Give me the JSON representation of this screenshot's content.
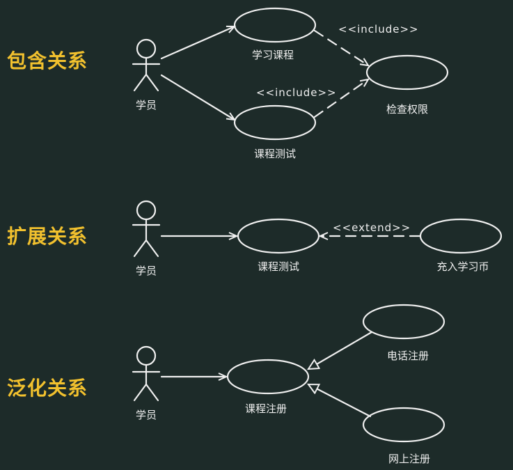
{
  "sections": {
    "include": {
      "title": "包含关系",
      "actor": "学员",
      "use_cases": [
        "学习课程",
        "课程测试",
        "检查权限"
      ],
      "stereotypes": [
        "<<include>>",
        "<<include>>"
      ]
    },
    "extend": {
      "title": "扩展关系",
      "actor": "学员",
      "use_cases": [
        "课程测试",
        "充入学习币"
      ],
      "stereotype": "<<extend>>"
    },
    "generalization": {
      "title": "泛化关系",
      "actor": "学员",
      "use_cases": [
        "课程注册",
        "电话注册",
        "网上注册"
      ]
    }
  },
  "colors": {
    "background": "#1d2b29",
    "title": "#f2c12e",
    "lines": "#f0f0f0"
  }
}
